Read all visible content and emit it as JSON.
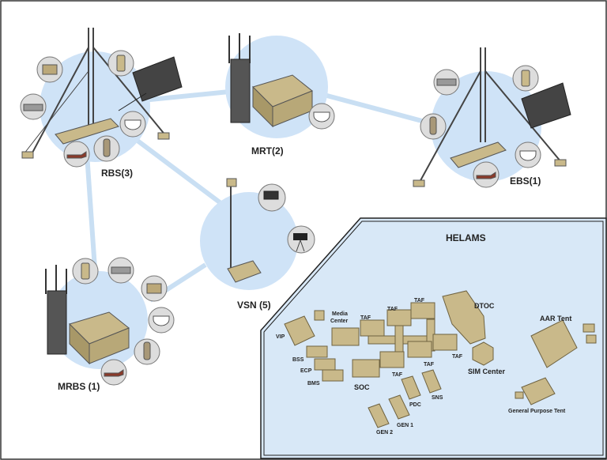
{
  "nodes": {
    "rbs": "RBS(3)",
    "mrt": "MRT(2)",
    "ebs": "EBS(1)",
    "vsn": "VSN (5)",
    "mrbs": "MRBS (1)"
  },
  "helams": {
    "title": "HELAMS",
    "labels": {
      "vip": "VIP",
      "media_center": [
        "Media",
        "Center"
      ],
      "bss": "BSS",
      "ecp": "ECP",
      "bms": "BMS",
      "soc": "SOC",
      "taf": "TAF",
      "pdc": "PDC",
      "sns": "SNS",
      "gen1": "GEN 1",
      "gen2": "GEN 2",
      "dtoc": "DTOC",
      "sim_center": "SIM Center",
      "aar_tent": "AAR Tent",
      "gp_tent": "General Purpose Tent"
    }
  },
  "colors": {
    "link": "#c9dff3",
    "circle": "#cfe3f7",
    "panel": "#d8e8f7",
    "tan": "#c9b98a",
    "tan_dark": "#8f7f52",
    "steel": "#555555"
  }
}
